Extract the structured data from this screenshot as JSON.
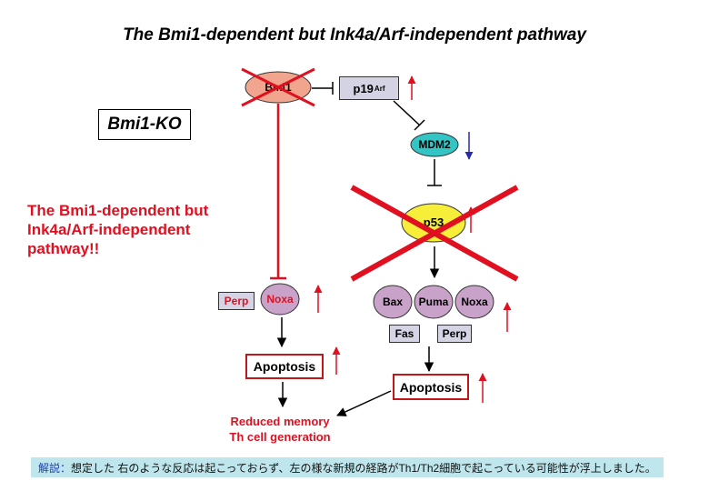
{
  "title": "The Bmi1-dependent but Ink4a/Arf-independent pathway",
  "ko_label": "Bmi1-KO",
  "pathway_label": [
    "The Bmi1-dependent but",
    "Ink4a/Arf-independent",
    "pathway!!"
  ],
  "nodes": {
    "bmi1": "Bmi1",
    "p19": "p19",
    "p19_sup": "Arf",
    "mdm2": "MDM2",
    "p53": "p53",
    "noxa_left": "Noxa",
    "perp_left": "Perp",
    "bax": "Bax",
    "puma": "Puma",
    "noxa_right": "Noxa",
    "fas": "Fas",
    "perp_right": "Perp",
    "apoptosis_left": "Apoptosis",
    "apoptosis_right": "Apoptosis"
  },
  "outcome": [
    "Reduced memory",
    "Th cell generation"
  ],
  "footer": {
    "prefix": "解説：",
    "text": "想定した 右のような反応は起こっておらず、左の様な新規の経路がTh1/Th2細胞で起こっている可能性が浮上しました。"
  },
  "colors": {
    "red": "#e01020",
    "bmi1_fill": "#f2a58e",
    "mdm2_fill": "#33c4c4",
    "p53_fill": "#f7ee3a",
    "noxa_fill": "#c8a2c8",
    "box_fill": "#d4d4e4",
    "down_arrow": "#2a2aa8",
    "footer_bg": "#bfe6ec"
  }
}
